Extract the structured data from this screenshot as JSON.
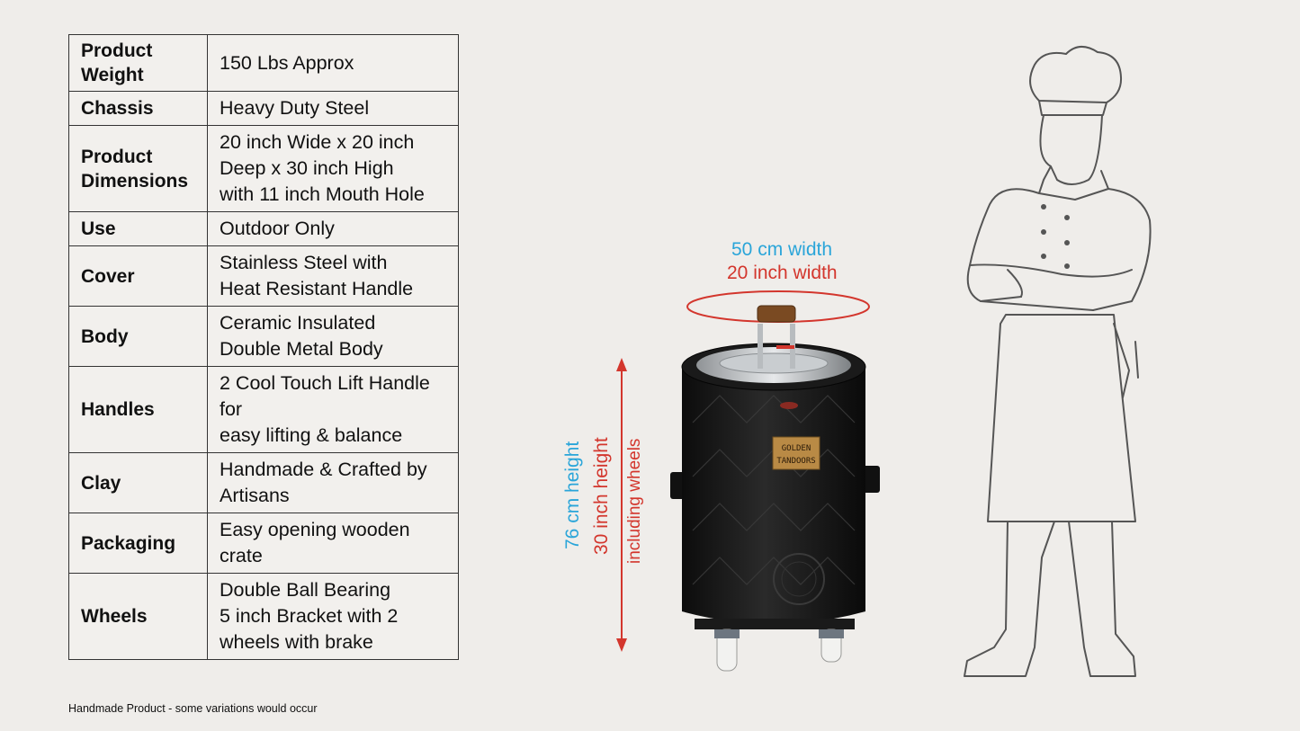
{
  "specs": [
    {
      "label": "Product\nWeight",
      "value": "150 Lbs Approx"
    },
    {
      "label": "Chassis",
      "value": "Heavy Duty Steel"
    },
    {
      "label": "Product\nDimensions",
      "value": "20 inch Wide x 20 inch\nDeep x 30 inch High\nwith 11 inch Mouth Hole"
    },
    {
      "label": "Use",
      "value": "Outdoor Only"
    },
    {
      "label": "Cover",
      "value": "Stainless Steel with\nHeat Resistant Handle"
    },
    {
      "label": "Body",
      "value": "Ceramic Insulated\nDouble Metal Body"
    },
    {
      "label": "Handles",
      "value": "2 Cool Touch Lift Handle\nfor\neasy lifting & balance"
    },
    {
      "label": "Clay",
      "value": "Handmade & Crafted by\nArtisans"
    },
    {
      "label": "Packaging",
      "value": "Easy opening wooden\ncrate"
    },
    {
      "label": "Wheels",
      "value": "Double Ball Bearing\n5 inch Bracket with 2\nwheels with brake"
    }
  ],
  "footnote": "Handmade Product - some variations would occur",
  "dimensions": {
    "width_cm": "50 cm width",
    "width_in": "20 inch width",
    "height_cm": "76 cm height",
    "height_in": "30 inch height",
    "height_note": "including wheels"
  },
  "product_badge": {
    "line1": "GOLDEN",
    "line2": "TANDOORS"
  },
  "colors": {
    "cyan": "#2aa5d9",
    "red": "#d3362d",
    "background": "#efedea"
  }
}
